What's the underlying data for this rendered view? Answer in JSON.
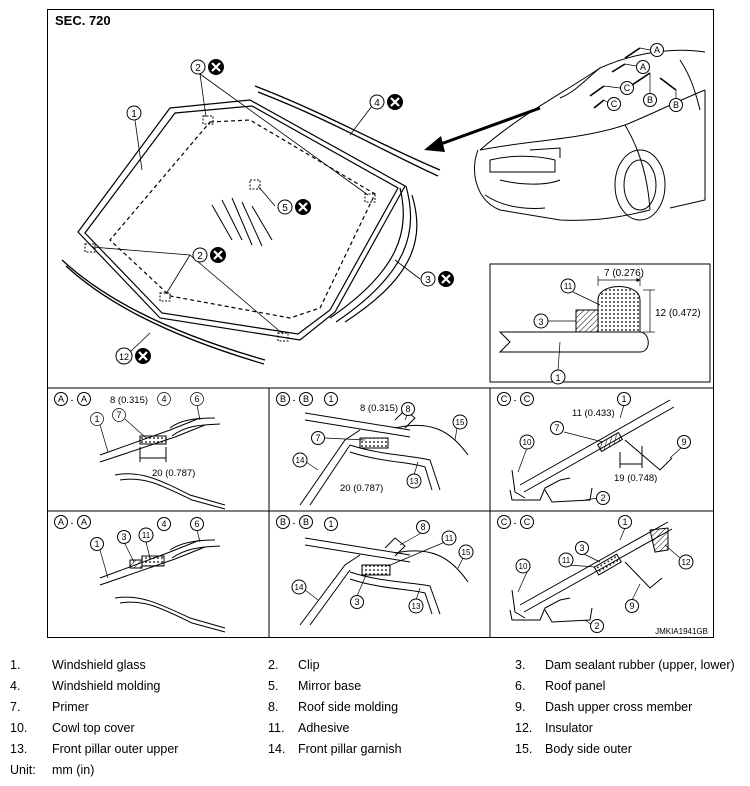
{
  "section_title": "SEC. 720",
  "figure_code": "JMKIA1941GB",
  "callouts": {
    "c1": "1",
    "c2": "2",
    "c3": "3",
    "c4": "4",
    "c5": "5",
    "c6": "6",
    "c7": "7",
    "c8": "8",
    "c9": "9",
    "c10": "10",
    "c11": "11",
    "c12": "12",
    "c13": "13",
    "c14": "14",
    "c15": "15",
    "A": "A",
    "B": "B",
    "C": "C",
    "not_reusable": "✕"
  },
  "dimensions": {
    "inset_width": "7 (0.276)",
    "inset_height": "12 (0.472)",
    "aa_8": "8 (0.315)",
    "aa_20": "20 (0.787)",
    "bb_8": "8 (0.315)",
    "bb_20": "20 (0.787)",
    "cc_11": "11 (0.433)",
    "cc_19": "19 (0.748)"
  },
  "section_labels": {
    "aa": [
      "A",
      "A"
    ],
    "bb": [
      "B",
      "B"
    ],
    "cc": [
      "C",
      "C"
    ]
  },
  "legend": [
    {
      "num": "1.",
      "text": "Windshield glass"
    },
    {
      "num": "2.",
      "text": "Clip"
    },
    {
      "num": "3.",
      "text": "Dam sealant rubber (upper, lower)"
    },
    {
      "num": "4.",
      "text": "Windshield molding"
    },
    {
      "num": "5.",
      "text": "Mirror base"
    },
    {
      "num": "6.",
      "text": "Roof panel"
    },
    {
      "num": "7.",
      "text": "Primer"
    },
    {
      "num": "8.",
      "text": "Roof side molding"
    },
    {
      "num": "9.",
      "text": "Dash upper cross member"
    },
    {
      "num": "10.",
      "text": "Cowl top cover"
    },
    {
      "num": "11.",
      "text": "Adhesive"
    },
    {
      "num": "12.",
      "text": "Insulator"
    },
    {
      "num": "13.",
      "text": "Front pillar outer upper"
    },
    {
      "num": "14.",
      "text": "Front pillar garnish"
    },
    {
      "num": "15.",
      "text": "Body side outer"
    }
  ],
  "unit": {
    "label": "Unit:",
    "value": "mm (in)"
  }
}
